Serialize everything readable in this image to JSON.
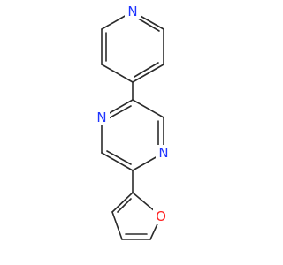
{
  "molecule": {
    "atoms": [
      {
        "id": "n_pyridine",
        "label": "N",
        "color": "#1f35ff"
      },
      {
        "id": "n_pyrazine_top",
        "label": "N",
        "color": "#1f35ff"
      },
      {
        "id": "n_pyrazine_bottom",
        "label": "N",
        "color": "#1f35ff"
      },
      {
        "id": "o_furan",
        "label": "O",
        "color": "#ff1f1f"
      }
    ],
    "bond_color": "#2b2b2b",
    "rings": [
      "pyridine",
      "pyrazine",
      "furan"
    ]
  }
}
